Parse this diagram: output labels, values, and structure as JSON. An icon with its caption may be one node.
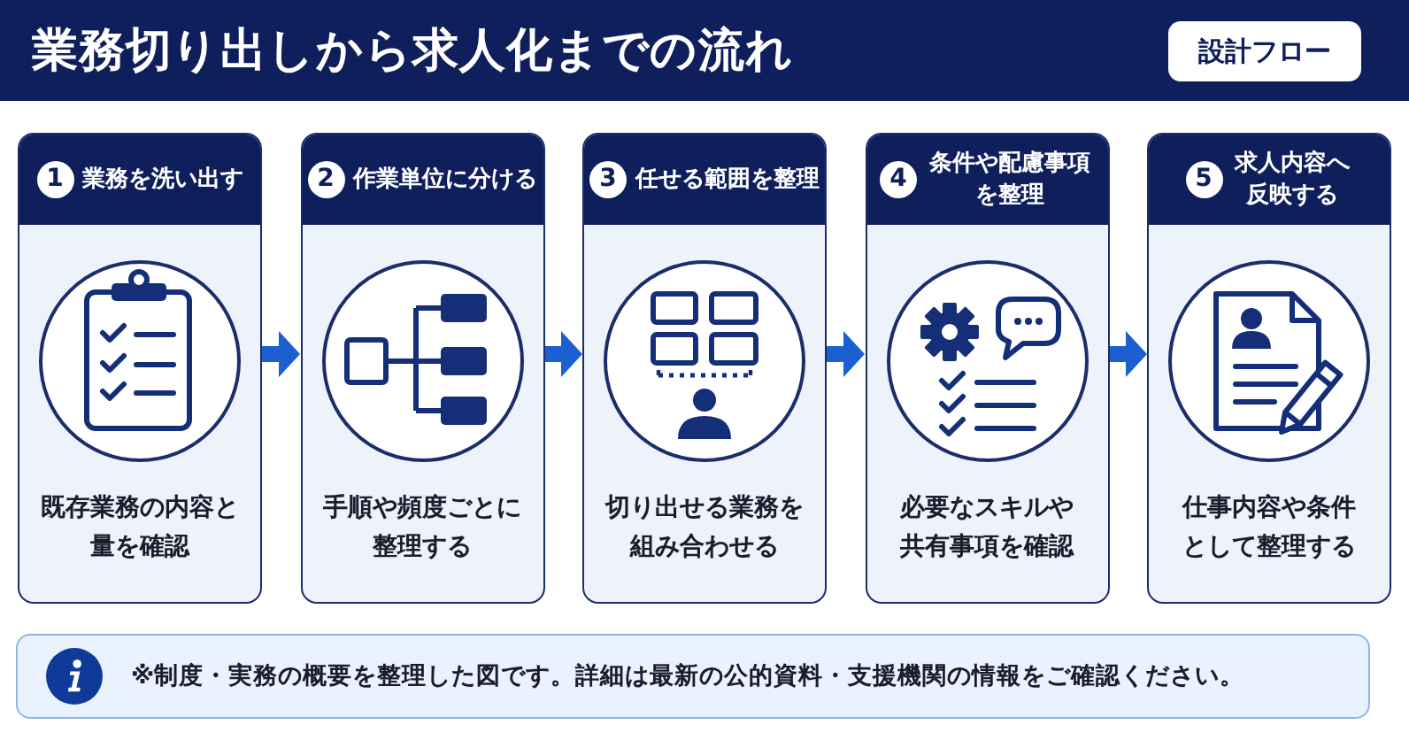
{
  "diagram": {
    "title": "業務切り出しから求人化までの流れ",
    "nodes": [
      {
        "text": [
          "設計フロー"
        ]
      },
      {
        "text": [
          "1",
          "業務を洗い出す",
          "既存業務の内容と量を確認"
        ]
      },
      {
        "text": [
          "2",
          "作業単位に分ける",
          "手順や頻度ごとに整理する"
        ]
      },
      {
        "text": [
          "3",
          "任せる範囲を整理",
          "切り出せる業務を組み合わせる"
        ]
      },
      {
        "text": [
          "4",
          "条件や配慮事項を整理",
          "必要なスキルや共有事項を確認"
        ]
      },
      {
        "text": [
          "5",
          "求人内容へ反映する",
          "仕事内容や条件として整理する"
        ]
      },
      {
        "text": [
          "※制度・実務の概要を整理した図です。詳細は最新の公的資料・支援機関の情報をご確認ください。"
        ]
      }
    ],
    "edges": [
      {
        "from": 1,
        "to": 2,
        "arrow": "to"
      },
      {
        "from": 2,
        "to": 3,
        "arrow": "to"
      },
      {
        "from": 3,
        "to": 4,
        "arrow": "to"
      },
      {
        "from": 4,
        "to": 5,
        "arrow": "to"
      }
    ]
  }
}
